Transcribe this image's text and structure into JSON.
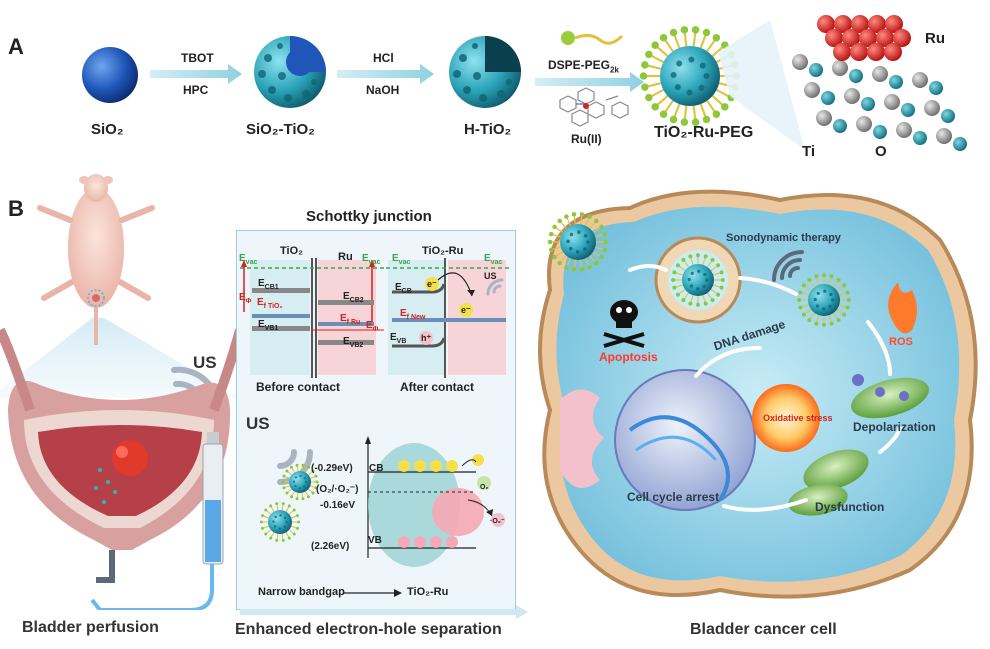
{
  "panel_a": {
    "letter": "A",
    "steps": [
      {
        "label": "SiO₂",
        "id": "sio2"
      },
      {
        "label": "SiO₂-TiO₂",
        "id": "sio2-tio2"
      },
      {
        "label": "H-TiO₂",
        "id": "h-tio2"
      },
      {
        "label": "TiO₂-Ru-PEG",
        "id": "tio2-ru-peg"
      }
    ],
    "arrows": [
      {
        "top": "TBOT",
        "bottom": "HPC"
      },
      {
        "top": "HCl",
        "bottom": "NaOH"
      },
      {
        "top": "DSPE-PEG2k",
        "bottom": "Ru(II)"
      }
    ],
    "peg_label": "DSPE-PEG",
    "peg_sub": "2k",
    "ru_ii_label": "Ru(II)",
    "lattice": {
      "ru": "Ru",
      "ti": "Ti",
      "o": "O"
    }
  },
  "panel_b": {
    "letter": "B",
    "bladder_caption": "Bladder perfusion",
    "us_label": "US",
    "schottky": {
      "title": "Schottky junction",
      "tio2": "TiO₂",
      "ru": "Ru",
      "tio2_ru": "TiO₂-Ru",
      "evac": "E",
      "evac_sub": "vac",
      "ecb1": "E",
      "ecb1_sub": "CB1",
      "ecb2": "E",
      "ecb2_sub": "CB2",
      "evb1": "E",
      "evb1_sub": "VB1",
      "evb2": "E",
      "evb2_sub": "VB2",
      "ef_tio2": "E",
      "ef_tio2_sub": "f TiO₂",
      "ef_ru": "E",
      "ef_ru_sub": "f Ru",
      "ephi": "E",
      "ephi_sub": "Φ",
      "ecb": "E",
      "ecb_sub": "CB",
      "evb": "E",
      "evb_sub": "VB",
      "ef_new": "E",
      "ef_new_sub": "f New",
      "electron": "e⁻",
      "hole": "h⁺",
      "before": "Before contact",
      "after": "After contact"
    },
    "band": {
      "us": "US",
      "cb_val": "(-0.29eV)",
      "cb": "CB",
      "o2_couple": "(O₂/·O₂⁻)",
      "o2_val": "-0.16eV",
      "vb_val": "(2.26eV)",
      "vb": "VB",
      "o2": "O₂",
      "o2_rad": "·O₂⁻",
      "narrow": "Narrow bandgap",
      "result": "TiO₂-Ru"
    },
    "separation_caption": "Enhanced electron-hole separation",
    "cell": {
      "sono": "Sonodynamic therapy",
      "ros": "ROS",
      "apoptosis": "Apoptosis",
      "dna": "DNA damage",
      "oxidative": "Oxidative stress",
      "depolarization": "Depolarization",
      "arrest": "Cell cycle arrest",
      "dysfunction": "Dysfunction"
    },
    "cell_caption": "Bladder cancer cell"
  },
  "colors": {
    "teal": "#2aa3b8",
    "arrow": "#9fd8e6",
    "red": "#d8221c",
    "green_dash": "#3aa648",
    "panel_bg": "#eef6fb",
    "cyto": "#8ed0e6"
  }
}
